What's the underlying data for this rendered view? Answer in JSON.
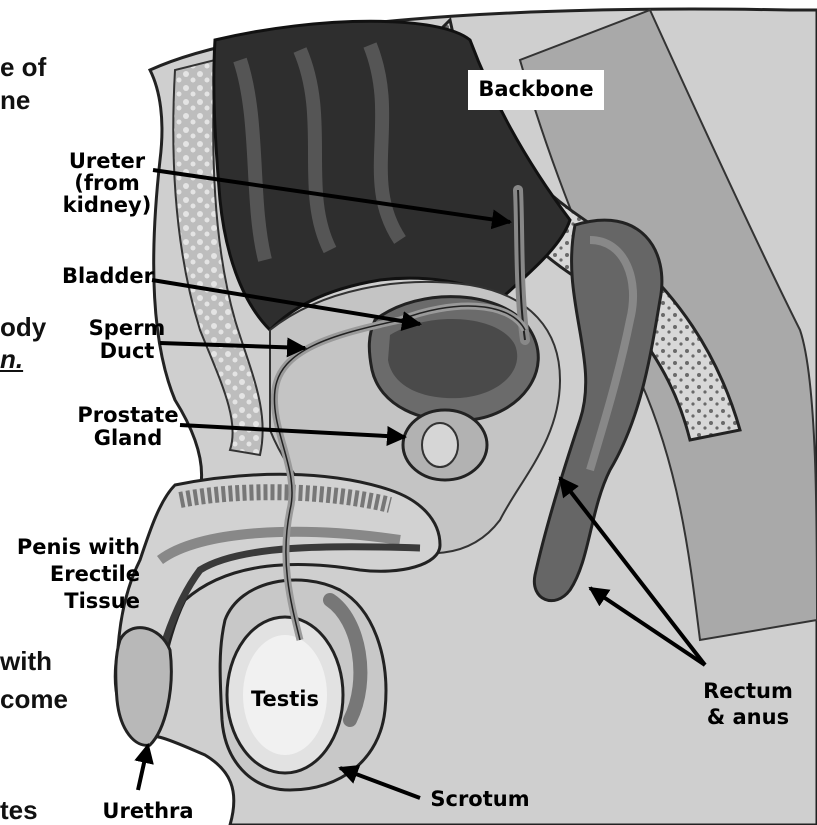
{
  "colors": {
    "background": "#ffffff",
    "skin": "#c9c9c9",
    "intestine_dark": "#2a2a2a",
    "arrow": "#000000"
  },
  "labels": {
    "backbone": "Backbone",
    "ureter": [
      "Ureter",
      "(from",
      "kidney)"
    ],
    "bladder": "Bladder",
    "sperm_duct": [
      "Sperm",
      "Duct"
    ],
    "prostate": [
      "Prostate",
      "Gland"
    ],
    "penis": [
      "Penis with",
      "Erectile",
      "Tissue"
    ],
    "testis": "Testis",
    "rectum": [
      "Rectum",
      "& anus"
    ],
    "scrotum": "Scrotum",
    "urethra": "Urethra"
  },
  "clipped_text": {
    "line1": "e of",
    "line2": "ne",
    "line3": "ody",
    "line4": "n.",
    "line5": "with",
    "line6": "come",
    "line7": "tes"
  }
}
